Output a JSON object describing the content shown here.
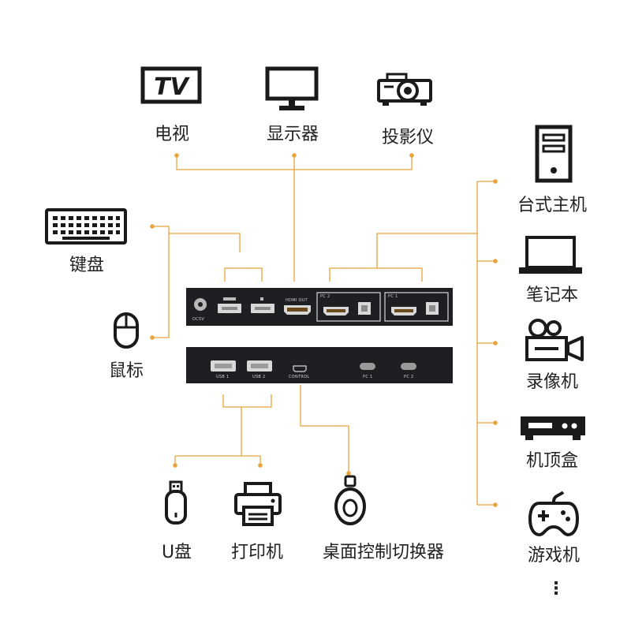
{
  "colors": {
    "wire": "#e8a33a",
    "dot": "#e8a33a",
    "device": "#1d1f22",
    "icon": "#1a1a1a"
  },
  "top": {
    "tv_label": "电视",
    "tv_icon_text": "TV",
    "monitor_label": "显示器",
    "projector_label": "投影仪"
  },
  "left": {
    "keyboard_label": "键盘",
    "mouse_label": "鼠标"
  },
  "right": {
    "desktop_label": "台式主机",
    "laptop_label": "笔记本",
    "camcorder_label": "录像机",
    "settop_label": "机顶盒",
    "gamepad_label": "游戏机",
    "more": "⋮"
  },
  "bottom": {
    "usb_label": "U盘",
    "printer_label": "打印机",
    "desk_switch_label": "桌面控制切换器"
  },
  "device_back": {
    "power_label": "DC5V",
    "hdmi_out_label": "HDMI OUT",
    "pc2_label": "PC 2",
    "pc1_label": "PC 1"
  },
  "device_front": {
    "usb1_label": "USB 1",
    "usb2_label": "USB 2",
    "control_label": "CONTROL",
    "pc1_label": "PC 1",
    "pc2_label": "PC 2"
  }
}
